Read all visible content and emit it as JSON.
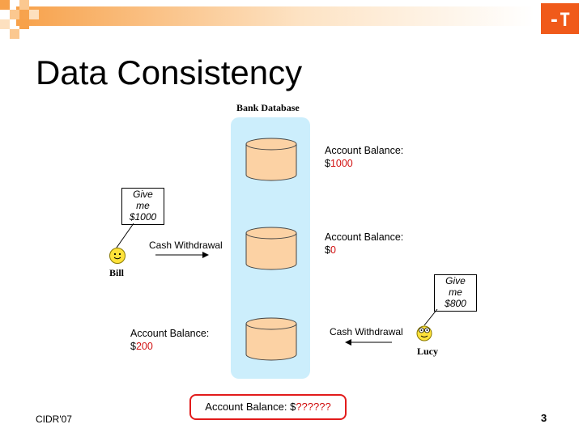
{
  "title": "Data Consistency",
  "database": {
    "caption": "Bank Database"
  },
  "balances": [
    {
      "label": "Account Balance:",
      "currency": "$",
      "amount": "1000"
    },
    {
      "label": "Account Balance:",
      "currency": "$",
      "amount": "0"
    },
    {
      "label": "Account Balance:",
      "currency": "$",
      "amount": "200"
    }
  ],
  "bill": {
    "name": "Bill",
    "speech_lines": [
      "Give",
      "me",
      "$1000"
    ],
    "action": "Cash Withdrawal"
  },
  "lucy": {
    "name": "Lucy",
    "speech_lines": [
      "Give",
      "me",
      "$800"
    ],
    "action": "Cash Withdrawal"
  },
  "result": {
    "label": "Account Balance: $",
    "amount": "??????"
  },
  "footer": {
    "left": "CIDR'07",
    "page": "3"
  },
  "logo": {
    "text": "-T"
  },
  "colors": {
    "db_column": "#cceefc",
    "cylinder_fill": "#fcd2a4",
    "highlight_red": "#d11010",
    "header_orange": "#f7a14a",
    "logo_orange": "#f05a1a"
  }
}
